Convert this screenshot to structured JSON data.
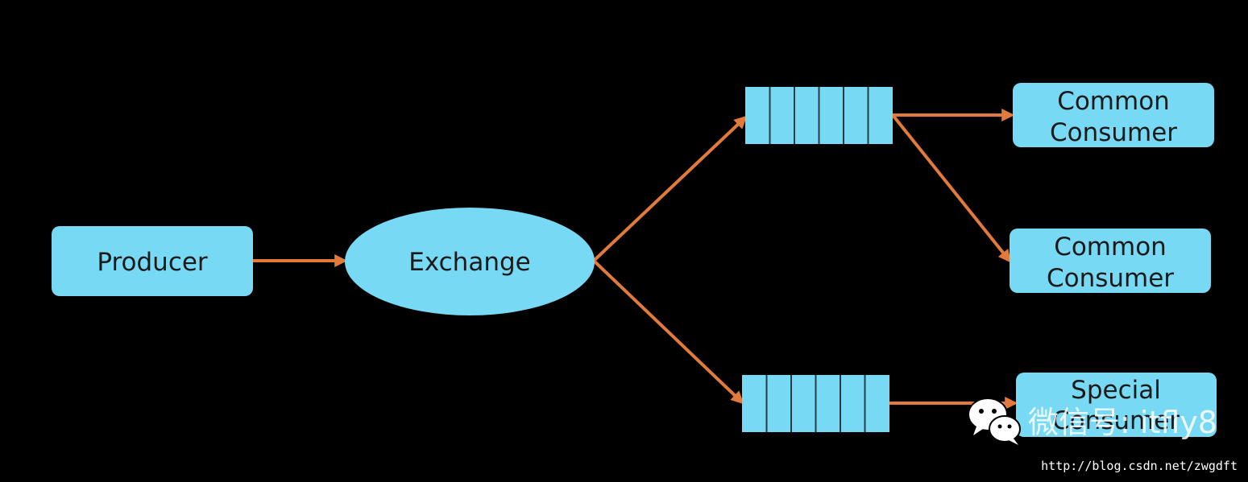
{
  "colors": {
    "background": "#000000",
    "node_fill": "#77d9f3",
    "node_text": "#1a1a1a",
    "edge": "#e27a3b",
    "queue_divider": "#2a3a44"
  },
  "nodes": {
    "producer": {
      "label": "Producer"
    },
    "exchange": {
      "label": "Exchange"
    },
    "consumer_1": {
      "line1": "Common",
      "line2": "Consumer"
    },
    "consumer_2": {
      "line1": "Common",
      "line2": "Consumer"
    },
    "consumer_3": {
      "line1": "Special",
      "line2": "Consumer"
    }
  },
  "queues": {
    "top": {
      "slots": 6
    },
    "bottom": {
      "slots": 6
    }
  },
  "watermark": {
    "icon": "wechat-icon",
    "text": "微信号: itfly8",
    "url": "http://blog.csdn.net/zwgdft"
  }
}
